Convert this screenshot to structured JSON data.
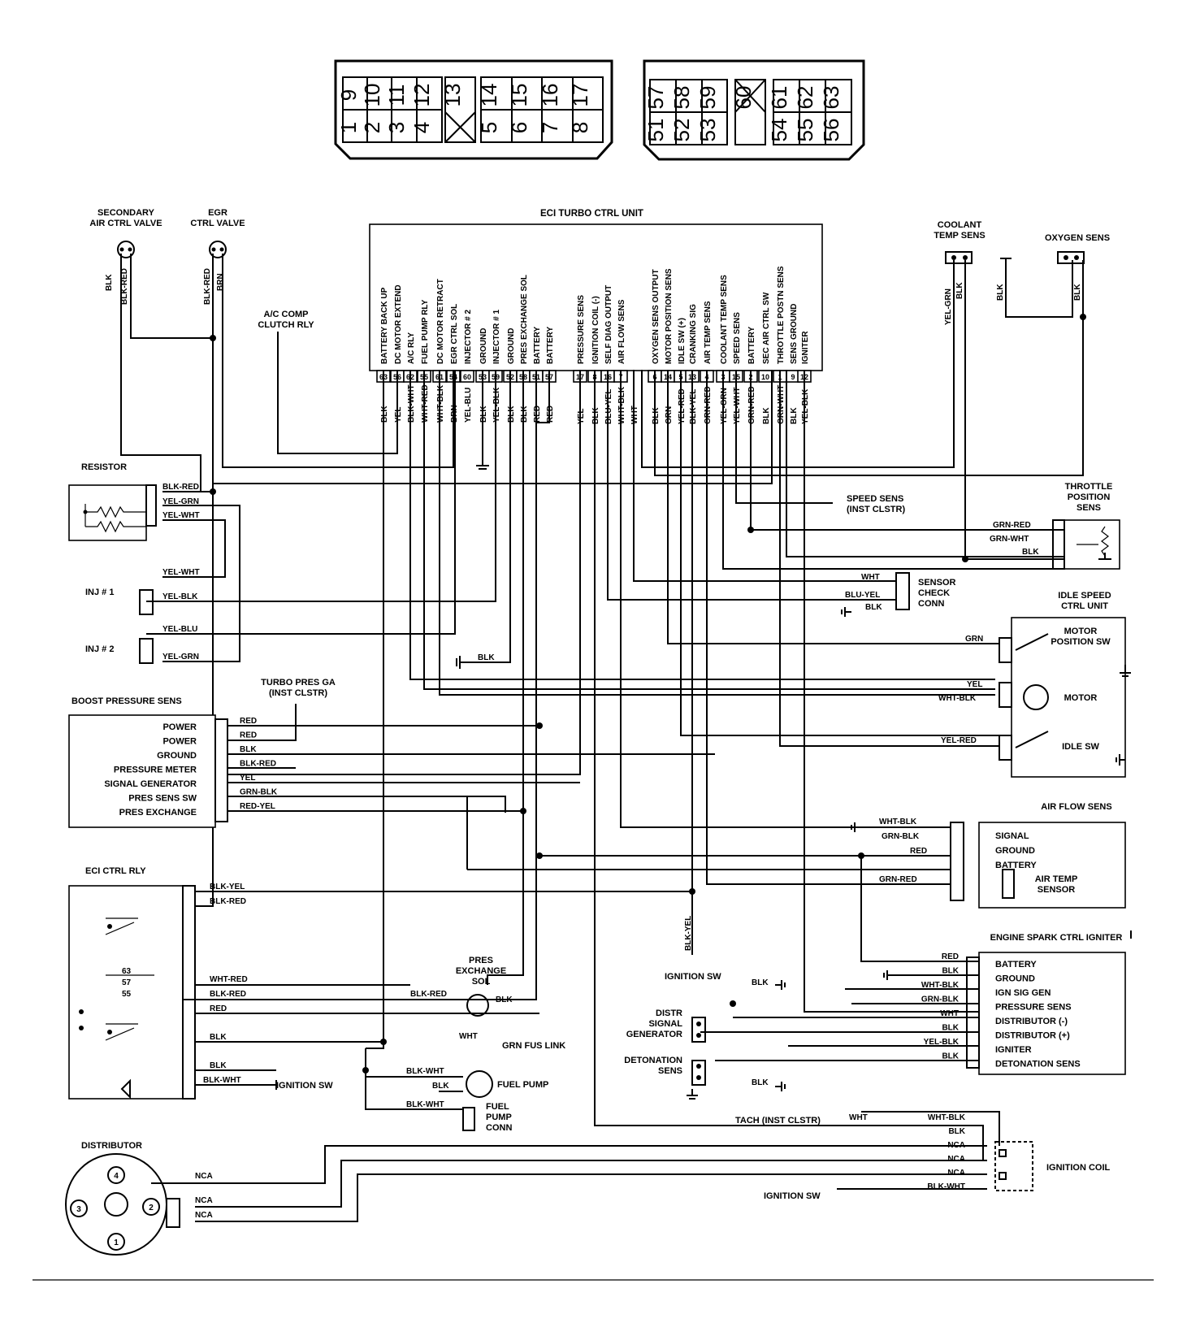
{
  "connectors": {
    "left": {
      "top_row": [
        "9",
        "10",
        "11",
        "12",
        "13",
        "14",
        "15",
        "16",
        "17"
      ],
      "bottom_row": [
        "1",
        "2",
        "3",
        "4",
        "5",
        "6",
        "7",
        "8"
      ]
    },
    "right": {
      "top_row": [
        "57",
        "58",
        "59",
        "60",
        "61",
        "62",
        "63"
      ],
      "bottom_row": [
        "51",
        "52",
        "53",
        "54",
        "55",
        "56"
      ]
    }
  },
  "ecu": {
    "title": "ECI TURBO CTRL UNIT",
    "left_terminals": [
      {
        "pin": "63",
        "func": "BATTERY BACK UP",
        "wire": "BLK"
      },
      {
        "pin": "56",
        "func": "DC MOTOR EXTEND",
        "wire": "YEL"
      },
      {
        "pin": "62",
        "func": "A/C RLY",
        "wire": "BLK-WHT"
      },
      {
        "pin": "55",
        "func": "FUEL PUMP RLY",
        "wire": "WHT-RED"
      },
      {
        "pin": "61",
        "func": "DC MOTOR RETRACT",
        "wire": "WHT-BLK"
      },
      {
        "pin": "54",
        "func": "EGR CTRL SOL",
        "wire": "BRN"
      },
      {
        "pin": "60",
        "func": "INJECTOR # 2",
        "wire": "YEL-BLU"
      },
      {
        "pin": "53",
        "func": "GROUND",
        "wire": "BLK"
      },
      {
        "pin": "59",
        "func": "INJECTOR # 1",
        "wire": "YEL-BLK"
      },
      {
        "pin": "52",
        "func": "GROUND",
        "wire": "BLK"
      },
      {
        "pin": "58",
        "func": "PRES EXCHANGE SOL",
        "wire": "BLK"
      },
      {
        "pin": "51",
        "func": "BATTERY",
        "wire": "RED"
      },
      {
        "pin": "57",
        "func": "BATTERY",
        "wire": "RED"
      }
    ],
    "right_terminals": [
      {
        "pin": "17",
        "func": "PRESSURE SENS",
        "wire": "YEL"
      },
      {
        "pin": "8",
        "func": "IGNITION COIL (-)",
        "wire": "BLK"
      },
      {
        "pin": "16",
        "func": "SELF DIAG OUTPUT",
        "wire": "BLU-YEL"
      },
      {
        "pin": "7",
        "func": "AIR FLOW SENS",
        "wire": "WHT-BLK"
      },
      {
        "pin": "",
        "func": "",
        "wire": "WHT"
      },
      {
        "pin": "6",
        "func": "OXYGEN SENS OUTPUT",
        "wire": "BLK"
      },
      {
        "pin": "14",
        "func": "MOTOR POSITION SENS",
        "wire": "GRN"
      },
      {
        "pin": "5",
        "func": "IDLE SW (+)",
        "wire": "YEL-RED"
      },
      {
        "pin": "13",
        "func": "CRANKING SIG",
        "wire": "BLK-YEL"
      },
      {
        "pin": "4",
        "func": "AIR TEMP SENS",
        "wire": "GRN-RED"
      },
      {
        "pin": "3",
        "func": "COOLANT TEMP SENS",
        "wire": "YEL-GRN"
      },
      {
        "pin": "15",
        "func": "SPEED SENS",
        "wire": "YEL-WHT"
      },
      {
        "pin": "2",
        "func": "BATTERY",
        "wire": "GRN-RED"
      },
      {
        "pin": "10",
        "func": "SEC AIR CTRL SW",
        "wire": "BLK"
      },
      {
        "pin": "1",
        "func": "THROTTLE POSTN SENS",
        "wire": "GRN-WHT"
      },
      {
        "pin": "9",
        "func": "SENS GROUND",
        "wire": "BLK"
      },
      {
        "pin": "12",
        "func": "IGNITER",
        "wire": "YEL-BLK"
      }
    ]
  },
  "components": {
    "sec_air_valve": "SECONDARY\nAIR CTRL VALVE",
    "egr_valve": "EGR\nCTRL VALVE",
    "ac_relay": "A/C COMP\nCLUTCH RLY",
    "coolant": "COOLANT\nTEMP SENS",
    "oxygen": "OXYGEN SENS",
    "resistor": "RESISTOR",
    "inj1": "INJ # 1",
    "inj2": "INJ # 2",
    "speed_sens": "SPEED SENS\n(INST CLSTR)",
    "throttle": "THROTTLE\nPOSITION\nSENS",
    "sensor_check": "SENSOR\nCHECK\nCONN",
    "idle_unit": "IDLE SPEED\nCTRL UNIT",
    "motor_pos_sw": "MOTOR\nPOSITION SW",
    "motor": "MOTOR",
    "idle_sw": "IDLE SW",
    "turbo_ga": "TURBO PRES GA\n(INST CLSTR)",
    "boost": "BOOST PRESSURE SENS",
    "boost_pins": [
      "POWER",
      "POWER",
      "GROUND",
      "PRESSURE METER",
      "SIGNAL GENERATOR",
      "PRES SENS SW",
      "PRES EXCHANGE"
    ],
    "airflow": "AIR FLOW SENS",
    "airflow_pins": [
      "SIGNAL",
      "GROUND",
      "BATTERY"
    ],
    "air_temp": "AIR TEMP\nSENSOR",
    "eci_rly": "ECI CTRL RLY",
    "pres_exch": "PRES\nEXCHANGE\nSOL",
    "grn_fus": "GRN FUS LINK",
    "ign_sw": "IGNITION SW",
    "fuel_pump": "FUEL PUMP",
    "fuel_pump_conn": "FUEL\nPUMP\nCONN",
    "distr_sig": "DISTR\nSIGNAL\nGENERATOR",
    "detonation": "DETONATION\nSENS",
    "igniter": "ENGINE SPARK CTRL IGNITER",
    "igniter_pins": [
      "BATTERY",
      "GROUND",
      "IGN SIG GEN",
      "PRESSURE SENS",
      "DISTRIBUTOR (-)",
      "DISTRIBUTOR (+)",
      "IGNITER",
      "DETONATION SENS"
    ],
    "tach": "TACH (INST CLSTR)",
    "distributor": "DISTRIBUTOR",
    "ign_coil": "IGNITION COIL",
    "dist_terms": [
      "1",
      "2",
      "3",
      "4"
    ]
  },
  "wires": {
    "blk": "BLK",
    "blk_red": "BLK-RED",
    "brn": "BRN",
    "yel_grn": "YEL-GRN",
    "yel_wht": "YEL-WHT",
    "yel_blk": "YEL-BLK",
    "yel_blu": "YEL-BLU",
    "grn_red": "GRN-RED",
    "grn_wht": "GRN-WHT",
    "wht": "WHT",
    "blu_yel": "BLU-YEL",
    "grn": "GRN",
    "yel": "YEL",
    "wht_blk": "WHT-BLK",
    "yel_red": "YEL-RED",
    "red": "RED",
    "grn_blk": "GRN-BLK",
    "red_yel": "RED-YEL",
    "blk_yel": "BLK-YEL",
    "wht_red": "WHT-RED",
    "blk_wht": "BLK-WHT",
    "nca": "NCA",
    "relay_marks": [
      "63",
      "57",
      "55"
    ]
  }
}
